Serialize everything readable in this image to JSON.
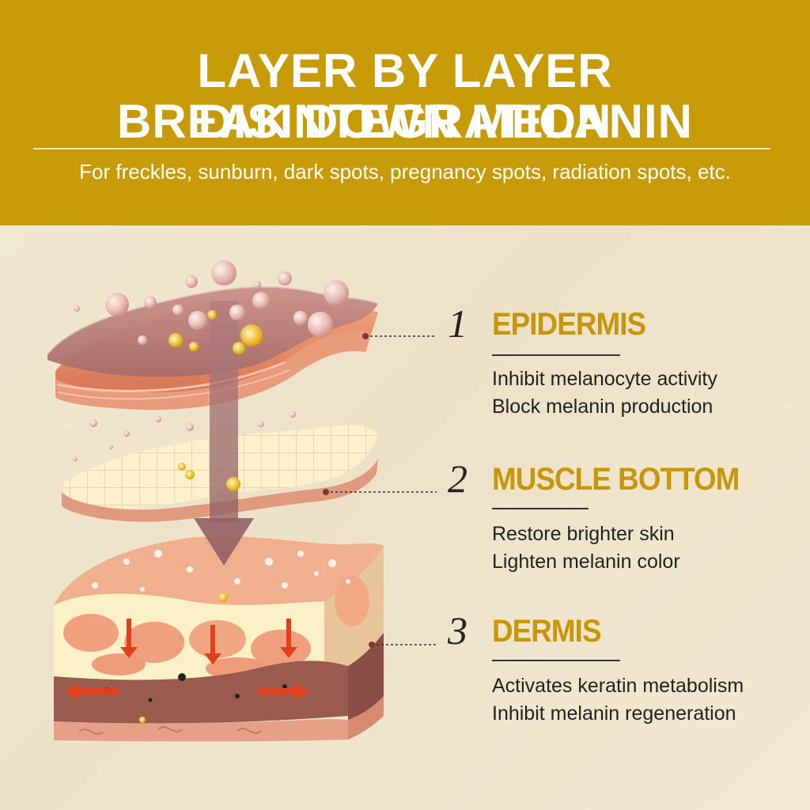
{
  "banner": {
    "title_line1": "LAYER BY LAYER DISINTEGRATION",
    "title_line2": "BREAK DOWN MELANIN",
    "subtitle": "For freckles, sunburn, dark spots, pregnancy spots, radiation spots, etc.",
    "color": "#c79a08"
  },
  "layers": [
    {
      "number": "1",
      "name": "EPIDERMIS",
      "lines": [
        "Inhibit melanocyte activity",
        "Block melanin production"
      ]
    },
    {
      "number": "2",
      "name": "MUSCLE BOTTOM",
      "lines": [
        "Restore brighter skin",
        "Lighten melanin color"
      ]
    },
    {
      "number": "3",
      "name": "DERMIS",
      "lines": [
        "Activates keratin metabolism",
        "Inhibit melanin regeneration"
      ]
    }
  ],
  "colors": {
    "heading": "#c8960b",
    "accent_arrow": "#e0401e",
    "background": "#f1e7d1"
  },
  "icons": [
    "skin-layers-illustration",
    "down-arrow-icon"
  ]
}
